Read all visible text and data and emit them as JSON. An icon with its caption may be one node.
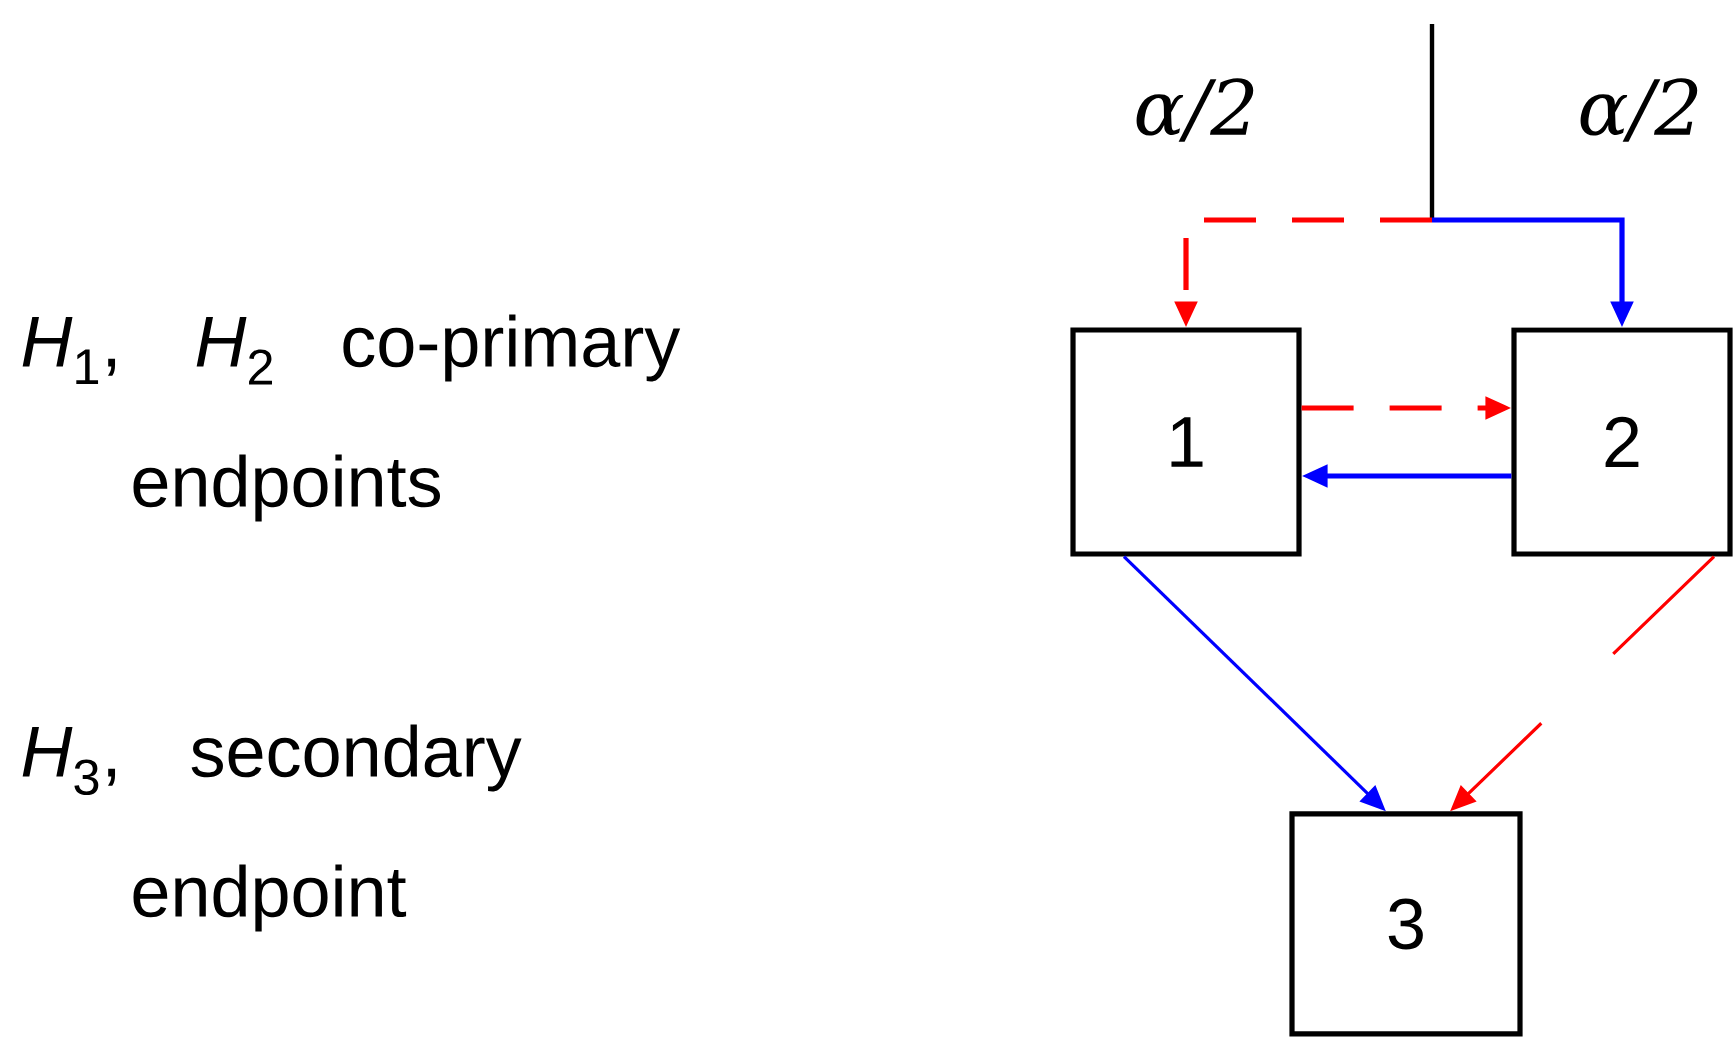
{
  "diagram": {
    "nodes": [
      {
        "text": [
          "1"
        ]
      },
      {
        "text": [
          "2"
        ]
      },
      {
        "text": [
          "3"
        ]
      }
    ],
    "edges": [
      {
        "from": null,
        "to": 0,
        "arrow": "to",
        "style": "dashed",
        "color": "#ff0000"
      },
      {
        "from": null,
        "to": 1,
        "arrow": "to",
        "color": "#0000ff"
      },
      {
        "from": 0,
        "to": 1,
        "arrow": "to",
        "style": "dashed",
        "color": "#ff0000"
      },
      {
        "from": 1,
        "to": 0,
        "arrow": "to",
        "color": "#0000ff"
      },
      {
        "from": 0,
        "to": 2,
        "arrow": "to",
        "color": "#0000ff"
      },
      {
        "from": 1,
        "to": 2,
        "arrow": "to",
        "style": "dashed",
        "color": "#ff0000"
      }
    ],
    "labels": [
      "α/2",
      "α/2",
      "*H*$_{1}$, *H*$_{2}$ co-primary endpoints",
      "*H*$_{3}$, secondary endpoint"
    ]
  }
}
